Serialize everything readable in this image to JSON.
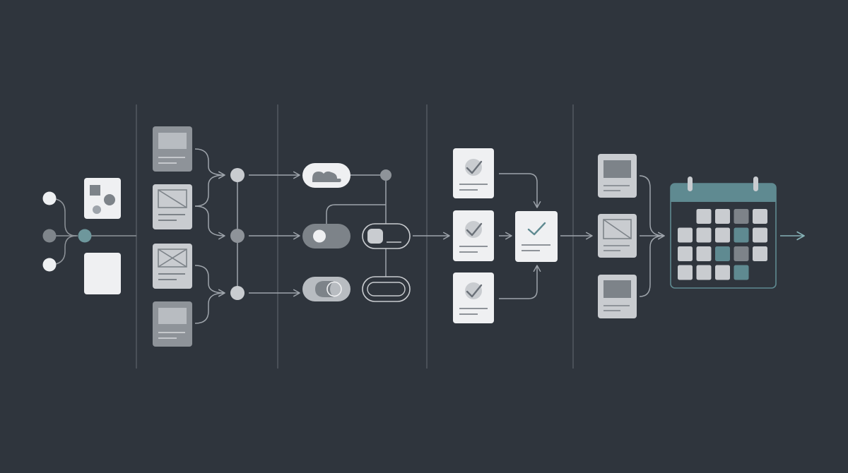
{
  "colors": {
    "background": "#2f353d",
    "line": "#9ea4ab",
    "divider": "#6a7078",
    "card_light": "#eff0f2",
    "card_mid": "#c9ccd0",
    "card_dark": "#8e9399",
    "inner_dark": "#7d8389",
    "accent": "#5f8a91",
    "calendar_header": "#5f8a91"
  },
  "stages": [
    {
      "name": "input-sources",
      "items": [
        "node-top",
        "node-middle",
        "node-bottom",
        "shapes-card",
        "blank-card"
      ]
    },
    {
      "name": "documents",
      "items": [
        "document-card-1",
        "image-card-2",
        "image-card-3",
        "document-card-4"
      ]
    },
    {
      "name": "toggles",
      "items": [
        "cloud-pill",
        "toggle-switch",
        "outline-pill-input",
        "toggle-half",
        "outline-pill-link"
      ]
    },
    {
      "name": "approvals",
      "items": [
        "checked-card-1",
        "checked-card-2",
        "checked-card-3",
        "merged-checked-card"
      ]
    },
    {
      "name": "schedule",
      "items": [
        "thumbnail-card-1",
        "thumbnail-card-2",
        "thumbnail-card-3",
        "calendar"
      ]
    }
  ],
  "calendar": {
    "columns": 5,
    "cells": [
      "light",
      "light",
      "dark",
      "light",
      "light",
      "light",
      "light",
      "accent",
      "light",
      "light",
      "light",
      "accent",
      "dark",
      "light",
      "light",
      "light",
      "light",
      "accent"
    ]
  },
  "icons": [
    "chevron-right-icon",
    "check-icon",
    "cloud-icon",
    "calendar-icon",
    "image-placeholder-icon"
  ]
}
